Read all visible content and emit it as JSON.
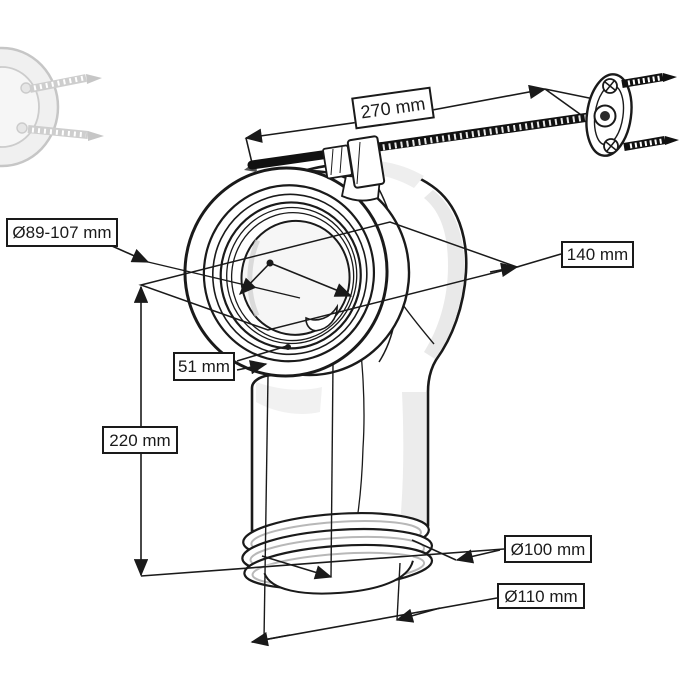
{
  "labels": {
    "rod_length": "270 mm",
    "socket_diameter": "Ø89-107 mm",
    "width": "140 mm",
    "socket_depth": "51 mm",
    "height": "220 mm",
    "outlet_inner": "Ø100 mm",
    "outlet_outer": "Ø110 mm"
  },
  "colors": {
    "line": "#1a1a1a",
    "background": "#ffffff",
    "shade": "#ececec",
    "ghost": "#a8a8a8"
  }
}
